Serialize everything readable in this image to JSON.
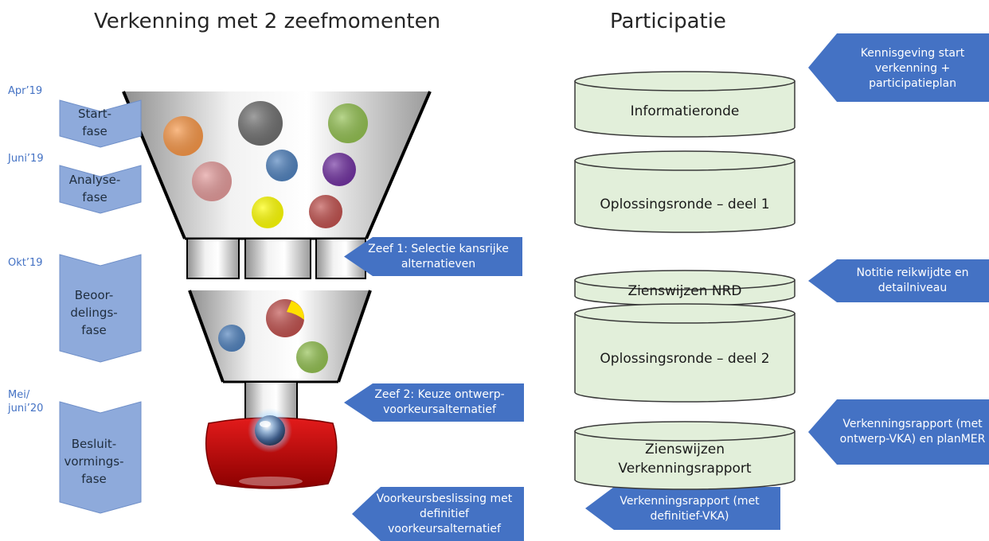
{
  "titles": {
    "left": "Verkenning met 2 zeefmomenten",
    "right": "Participatie"
  },
  "dates": [
    "Apr’19",
    "Juni’19",
    "Okt’19",
    "Mei/ juni’20"
  ],
  "phases": [
    {
      "label": "Start- fase"
    },
    {
      "label": "Analyse- fase"
    },
    {
      "label": "Beoor- delings- fase"
    },
    {
      "label": "Besluit- vormings- fase"
    }
  ],
  "sieves": [
    {
      "label": "Zeef 1: Selectie kansrijke alternatieven"
    },
    {
      "label": "Zeef 2: Keuze ontwerp- voorkeursalternatief"
    },
    {
      "label": "Voorkeursbeslissing met definitief voorkeursalternatief"
    }
  ],
  "rounds": [
    {
      "label": "Informatieronde"
    },
    {
      "label": "Oplossingsronde – deel 1"
    },
    {
      "label": "Zienswijzen NRD"
    },
    {
      "label": "Oplossingsronde – deel 2"
    },
    {
      "label": "Zienswijzen Verkenningsrapport"
    }
  ],
  "documents": [
    {
      "label": "Kennisgeving start verkenning + participatieplan"
    },
    {
      "label": "Notitie reikwijdte en detailniveau"
    },
    {
      "label": "Verkenningsrapport (met ontwerp-VKA) en planMER"
    },
    {
      "label": "Verkenningsrapport (met definitief-VKA)"
    }
  ],
  "colors": {
    "phase_fill": "#8eaadb",
    "phase_stroke": "#6f8fc8",
    "callout_fill": "#4472c4",
    "drum_fill": "#e2efda",
    "drum_stroke": "#3a3a3a",
    "date_text": "#4472c4",
    "cushion": "#c00000"
  },
  "balls_upper": [
    "#f79646",
    "#6e6e6e",
    "#92c050",
    "#e39a9a",
    "#4f81bd",
    "#7030a0",
    "#ffff00",
    "#c0504d"
  ],
  "balls_lower": [
    "#4f81bd",
    "#c0504d",
    "#92c050"
  ],
  "icons": {
    "phase_shape": "chevron-arrow-icon",
    "sieve_shape": "left-pointing-callout-icon",
    "round_shape": "cylinder-drum-icon",
    "result_ball": "glass-sphere-icon"
  }
}
